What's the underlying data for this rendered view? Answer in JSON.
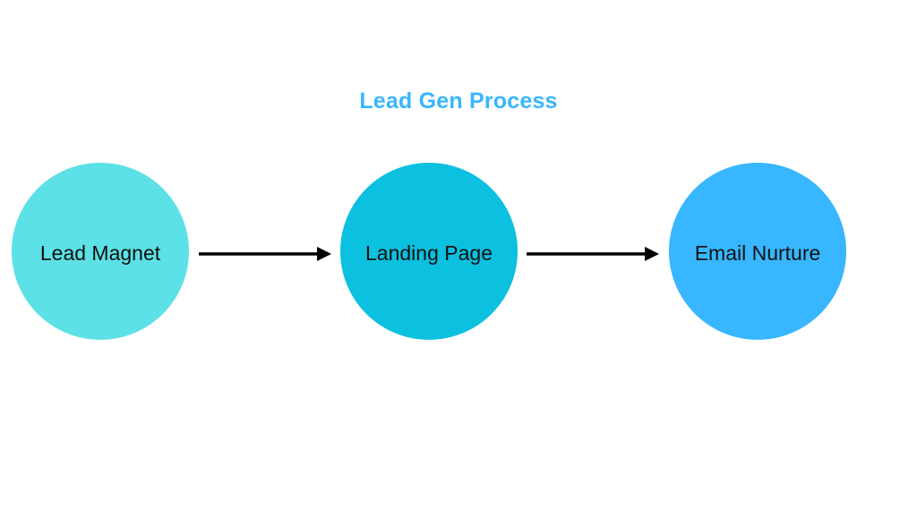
{
  "background": "#ffffff",
  "title": {
    "text": "Lead Gen Process",
    "color": "#38b6ff"
  },
  "nodes": [
    {
      "id": "lead-magnet",
      "label": "Lead Magnet",
      "shape": "circle",
      "fill": "#5ce1e6",
      "text_color": "#111111"
    },
    {
      "id": "landing-page",
      "label": "Landing Page",
      "shape": "circle",
      "fill": "#0cc0df",
      "text_color": "#111111"
    },
    {
      "id": "email-nurture",
      "label": "Email Nurture",
      "shape": "circle",
      "fill": "#38b6ff",
      "text_color": "#111111"
    }
  ],
  "arrows": [
    {
      "from": "lead-magnet",
      "to": "landing-page",
      "color": "#000000",
      "direction": "right"
    },
    {
      "from": "landing-page",
      "to": "email-nurture",
      "color": "#000000",
      "direction": "right"
    }
  ]
}
